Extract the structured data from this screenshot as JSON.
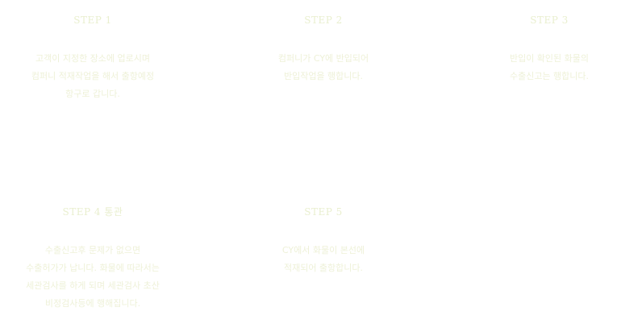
{
  "steps": [
    {
      "title": "STEP 1",
      "lines": [
        "고객이 지정한 장소에 업로시며",
        "컴퍼니 적재작업을 해서 출항예정",
        "항구로 갑니다."
      ]
    },
    {
      "title": "STEP 2",
      "lines": [
        "컴퍼니가 CY에 반입되어",
        "반입작업을 행합니다."
      ]
    },
    {
      "title": "STEP 3",
      "lines": [
        "반입이 확인된 화물의",
        "수출신고는 행합니다."
      ]
    },
    {
      "title": "STEP 4 통관",
      "lines": [
        "수출신고후 문제가 없으면",
        "수출허가가 납니다. 화물에 따라서는",
        "세관검사를 하게 되며 세관검사 초산",
        "비정검사등에 행해집니다."
      ]
    },
    {
      "title": "STEP 5",
      "lines": [
        "CY에서 화물이 본선에",
        "적재되어 출항합니다."
      ]
    }
  ],
  "colors": {
    "title": "#e9efcf",
    "text": "#eef1d8",
    "background": "#ffffff"
  }
}
